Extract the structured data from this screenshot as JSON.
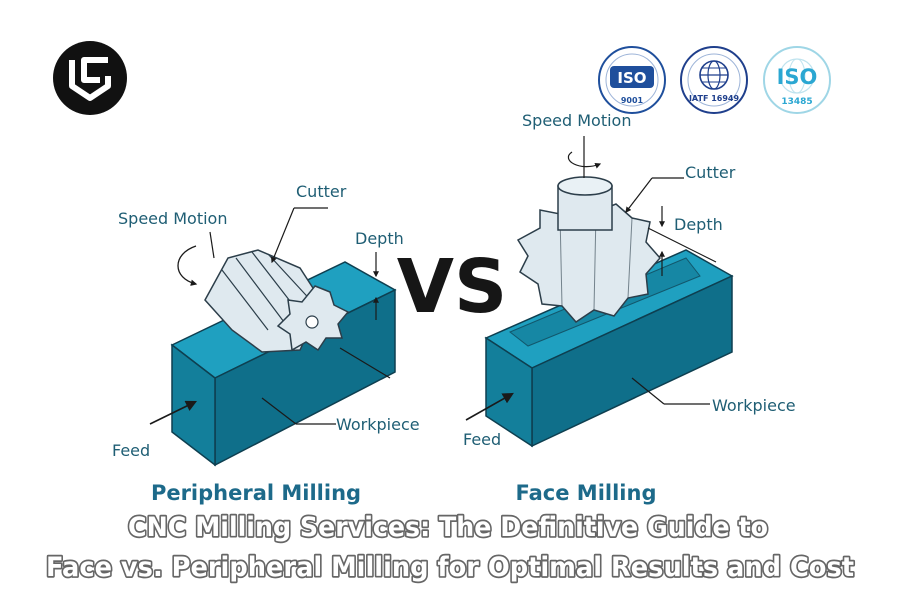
{
  "certifications": [
    {
      "label": "ISO",
      "sub": "9001"
    },
    {
      "label": "",
      "sub": "IATF 16949"
    },
    {
      "label": "ISO",
      "sub": "13485"
    }
  ],
  "left_diagram": {
    "speed_motion": "Speed Motion",
    "cutter": "Cutter",
    "depth": "Depth",
    "workpiece": "Workpiece",
    "feed": "Feed",
    "caption": "Peripheral Milling"
  },
  "vs_text": "VS",
  "right_diagram": {
    "speed_motion": "Speed Motion",
    "cutter": "Cutter",
    "depth": "Depth",
    "workpiece": "Workpiece",
    "feed": "Feed",
    "caption": "Face Milling"
  },
  "title": {
    "line1": "CNC Milling Services: The Definitive Guide to",
    "line2": "Face vs. Peripheral Milling for Optimal Results and Cost"
  },
  "colors": {
    "workpiece_front": "#137f9b",
    "workpiece_top": "#1fa0c0",
    "cutter": "#dfe9ef",
    "label_text": "#1f5e74",
    "caption_text": "#1d6a8a"
  }
}
